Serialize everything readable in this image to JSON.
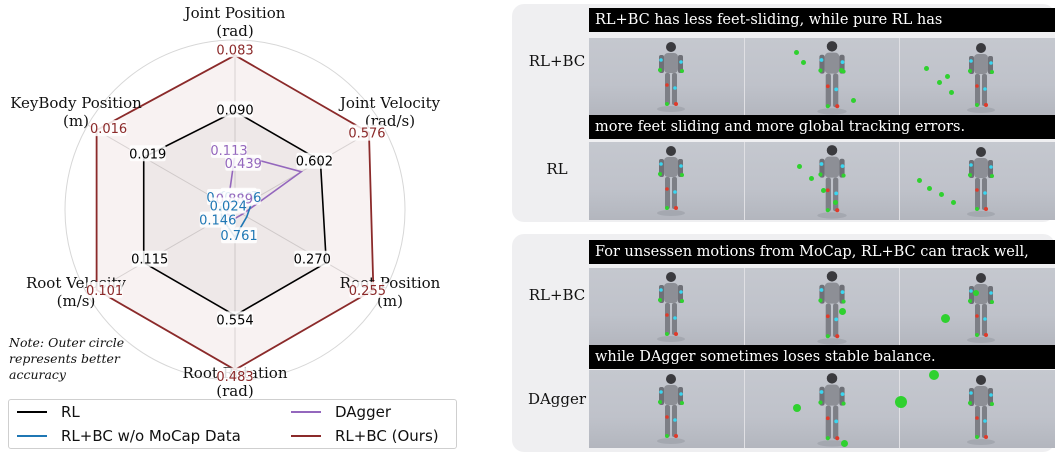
{
  "chart_data": {
    "type": "radar",
    "axes": [
      {
        "label": "Joint Position\n(rad)"
      },
      {
        "label": "Joint Velocity\n(rad/s)"
      },
      {
        "label": "Root Position\n(m)"
      },
      {
        "label": "Root Rotation\n(rad)"
      },
      {
        "label": "Root Velocity\n(m/s)"
      },
      {
        "label": "KeyBody Position\n(m)"
      }
    ],
    "series": [
      {
        "name": "RL",
        "color": "#000000",
        "values": [
          0.09,
          0.602,
          0.27,
          0.554,
          0.115,
          0.019
        ],
        "radius_fraction": [
          0.58,
          0.58,
          0.62,
          0.62,
          0.62,
          0.62
        ]
      },
      {
        "name": "RL+BC w/o MoCap Data",
        "color": "#1f77b4",
        "values": [
          0.119,
          0.637,
          0.406,
          0.761,
          0.146,
          0.024
        ],
        "radius_fraction": [
          0.1,
          0.12,
          0.08,
          0.16,
          0.09,
          0.1
        ]
      },
      {
        "name": "DAgger",
        "color": "#9467bd",
        "values": [
          0.113,
          0.439,
          0.889,
          null,
          null,
          null
        ],
        "radius_fraction": [
          0.33,
          0.45,
          0.05,
          0.05,
          0.05,
          0.05
        ]
      },
      {
        "name": "RL+BC (Ours)",
        "color": "#8b2a2a",
        "values": [
          0.083,
          0.576,
          0.255,
          0.483,
          0.101,
          0.016
        ],
        "radius_fraction": [
          0.91,
          0.91,
          0.94,
          0.94,
          0.94,
          0.94
        ]
      }
    ],
    "value_labels": [
      {
        "series": "RL+BC (Ours)",
        "axis": 0,
        "text": "0.083"
      },
      {
        "series": "RL",
        "axis": 0,
        "text": "0.090"
      },
      {
        "series": "RL+BC (Ours)",
        "axis": 1,
        "text": "0.576"
      },
      {
        "series": "RL",
        "axis": 1,
        "text": "0.602"
      },
      {
        "series": "RL+BC (Ours)",
        "axis": 2,
        "text": "0.255"
      },
      {
        "series": "RL",
        "axis": 2,
        "text": "0.270"
      },
      {
        "series": "RL",
        "axis": 3,
        "text": "0.554"
      },
      {
        "series": "RL+BC (Ours)",
        "axis": 3,
        "text": "0.483"
      },
      {
        "series": "RL+BC (Ours)",
        "axis": 4,
        "text": "0.101"
      },
      {
        "series": "RL",
        "axis": 4,
        "text": "0.115"
      },
      {
        "series": "RL+BC (Ours)",
        "axis": 5,
        "text": "0.016"
      },
      {
        "series": "RL",
        "axis": 5,
        "text": "0.019"
      },
      {
        "series": "DAgger",
        "axis": 0,
        "text": "0.113"
      },
      {
        "series": "RL+BC w/o MoCap Data",
        "axis": 0,
        "text": "0.119"
      },
      {
        "series": "RL+BC w/o MoCap Data",
        "axis": 1,
        "text": "0.637"
      },
      {
        "series": "DAgger",
        "axis": 1,
        "text": "0.439"
      },
      {
        "series": "RL+BC w/o MoCap Data",
        "axis": 2,
        "text": "0.406"
      },
      {
        "series": "DAgger",
        "axis": 2,
        "text": "0.889"
      },
      {
        "series": "RL+BC w/o MoCap Data",
        "axis": 3,
        "text": "0.761"
      },
      {
        "series": "RL+BC w/o MoCap Data",
        "axis": 4,
        "text": "0.146"
      },
      {
        "series": "RL+BC w/o MoCap Data",
        "axis": 5,
        "text": "0.024"
      }
    ],
    "note": "Note: Outer circle\n represents better\n accuracy",
    "legend": "bottom"
  },
  "panels": {
    "top": {
      "rows": [
        {
          "label": "RL+BC",
          "caption": "RL+BC has less feet-sliding, while pure RL has"
        },
        {
          "label": "RL",
          "caption": "more feet sliding and more global tracking errors."
        }
      ]
    },
    "bottom": {
      "rows": [
        {
          "label": "RL+BC",
          "caption": "For unsessen motions from MoCap, RL+BC can track well,"
        },
        {
          "label": "DAgger",
          "caption": "while DAgger sometimes loses stable balance."
        }
      ]
    }
  },
  "colors": {
    "panel_bg": "#efeff1",
    "caption_bg": "#000000",
    "keypoint_green": "#2fd12f",
    "keypoint_cyan": "#3ad6f0",
    "keypoint_red": "#e03a2a"
  }
}
